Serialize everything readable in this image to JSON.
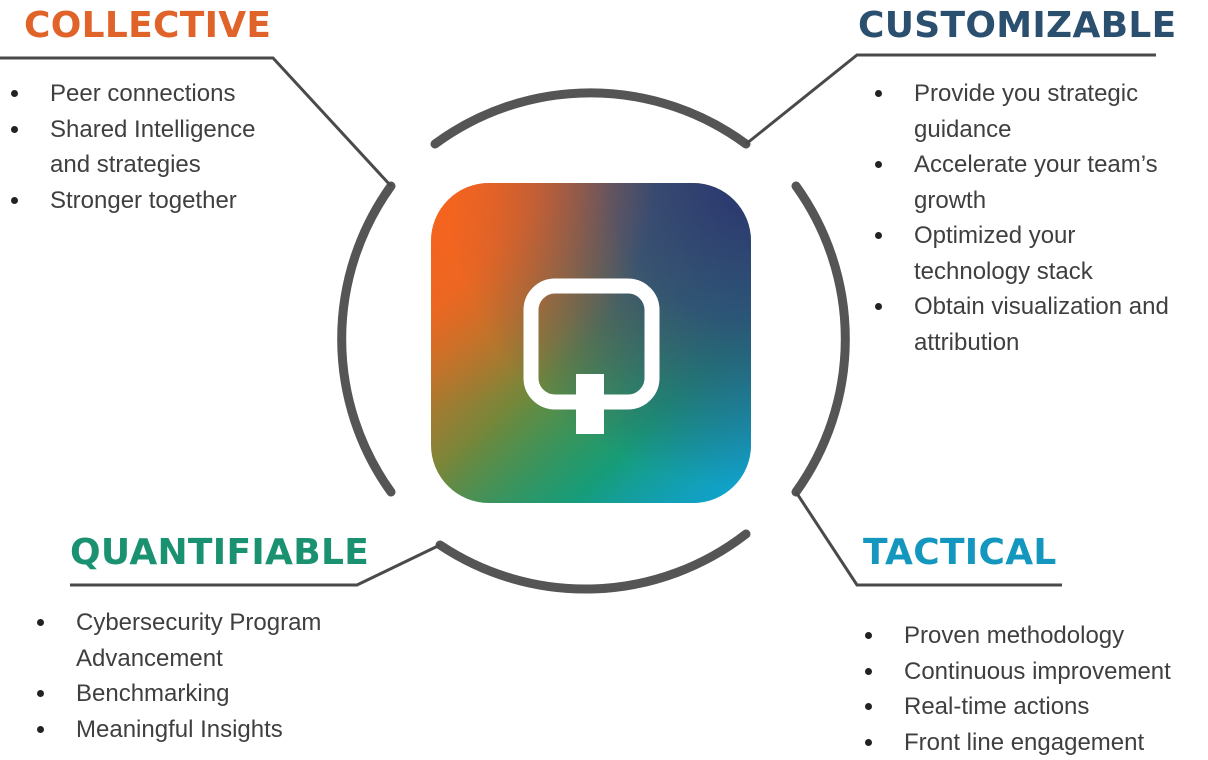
{
  "colors": {
    "collective": "#E0632A",
    "customizable": "#2B4F6E",
    "quantifiable": "#1A9170",
    "tactical": "#1497BF",
    "ring": "#555555",
    "connector": "#4A4A4A",
    "bullet_text": "#3F3F3F"
  },
  "center_logo": {
    "icon": "q-logo-icon",
    "gradient_colors": [
      "#F26422",
      "#1C9E4E",
      "#0FA3D6",
      "#2E3A73"
    ]
  },
  "collective": {
    "title": "COLLECTIVE",
    "items": [
      {
        "lines": [
          "Peer connections"
        ]
      },
      {
        "lines": [
          "Shared Intelligence",
          "and strategies"
        ]
      },
      {
        "lines": [
          "Stronger together"
        ]
      }
    ]
  },
  "customizable": {
    "title": "CUSTOMIZABLE",
    "items": [
      {
        "lines": [
          "Provide you strategic",
          "guidance"
        ]
      },
      {
        "lines": [
          "Accelerate your team’s",
          "growth"
        ]
      },
      {
        "lines": [
          "Optimized your",
          "technology stack"
        ]
      },
      {
        "lines": [
          "Obtain visualization and",
          "attribution"
        ]
      }
    ]
  },
  "quantifiable": {
    "title": "QUANTIFIABLE",
    "items": [
      {
        "lines": [
          "Cybersecurity Program",
          "Advancement"
        ]
      },
      {
        "lines": [
          "Benchmarking"
        ]
      },
      {
        "lines": [
          "Meaningful Insights"
        ]
      }
    ]
  },
  "tactical": {
    "title": "TACTICAL",
    "items": [
      {
        "lines": [
          "Proven methodology"
        ]
      },
      {
        "lines": [
          "Continuous improvement"
        ]
      },
      {
        "lines": [
          "Real-time actions"
        ]
      },
      {
        "lines": [
          "Front line engagement"
        ]
      }
    ]
  }
}
